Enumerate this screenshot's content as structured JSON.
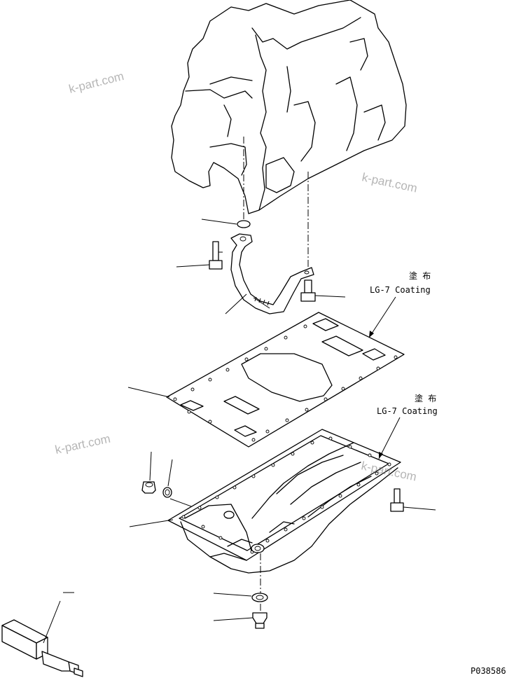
{
  "watermarks": [
    "k-part.com",
    "k-part.com",
    "k-part.com",
    "k-part.com"
  ],
  "callouts": {
    "gasket": {
      "jp": "塗 布",
      "en": "LG-7 Coating"
    },
    "oil_pan": {
      "jp": "塗 布",
      "en": "LG-7 Coating"
    }
  },
  "figure_code": "P038586",
  "colors": {
    "line": "#000000",
    "background": "#ffffff",
    "watermark": "#7a7a7a"
  }
}
